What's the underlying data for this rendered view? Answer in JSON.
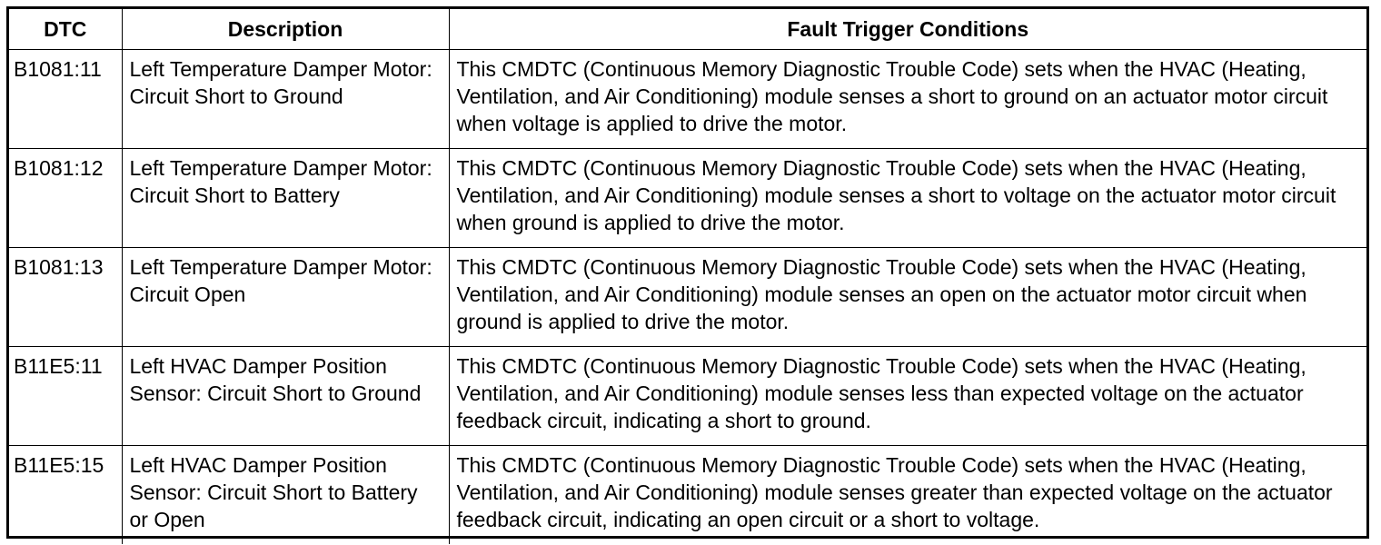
{
  "table": {
    "headers": {
      "dtc": "DTC",
      "description": "Description",
      "fault": "Fault Trigger Conditions"
    },
    "rows": [
      {
        "dtc": "B1081:11",
        "description": "Left Temperature Damper Motor: Circuit Short to Ground",
        "fault": "This CMDTC (Continuous Memory Diagnostic Trouble Code) sets when the HVAC (Heating, Ventilation, and Air Conditioning) module senses a short to ground on an actuator motor circuit when voltage is applied to drive the motor."
      },
      {
        "dtc": "B1081:12",
        "description": "Left Temperature Damper Motor: Circuit Short to Battery",
        "fault": "This CMDTC (Continuous Memory Diagnostic Trouble Code) sets when the HVAC (Heating, Ventilation, and Air Conditioning) module senses a short to voltage on the actuator motor circuit when ground is applied to drive the motor."
      },
      {
        "dtc": "B1081:13",
        "description": "Left Temperature Damper Motor: Circuit Open",
        "fault": "This CMDTC (Continuous Memory Diagnostic Trouble Code) sets when the HVAC (Heating, Ventilation, and Air Conditioning) module senses an open on the actuator motor circuit when ground is applied to drive the motor."
      },
      {
        "dtc": "B11E5:11",
        "description": "Left HVAC Damper Position Sensor: Circuit Short to Ground",
        "fault": "This CMDTC (Continuous Memory Diagnostic Trouble Code) sets when the HVAC (Heating, Ventilation, and Air Conditioning) module senses less than expected voltage on the actuator feedback circuit, indicating a short to ground."
      },
      {
        "dtc": "B11E5:15",
        "description": "Left HVAC Damper Position Sensor: Circuit Short to Battery or Open",
        "fault": "This CMDTC (Continuous Memory Diagnostic Trouble Code) sets when the HVAC (Heating, Ventilation, and Air Conditioning) module senses greater than expected voltage on the actuator feedback circuit, indicating an open circuit or a short to voltage."
      }
    ]
  }
}
